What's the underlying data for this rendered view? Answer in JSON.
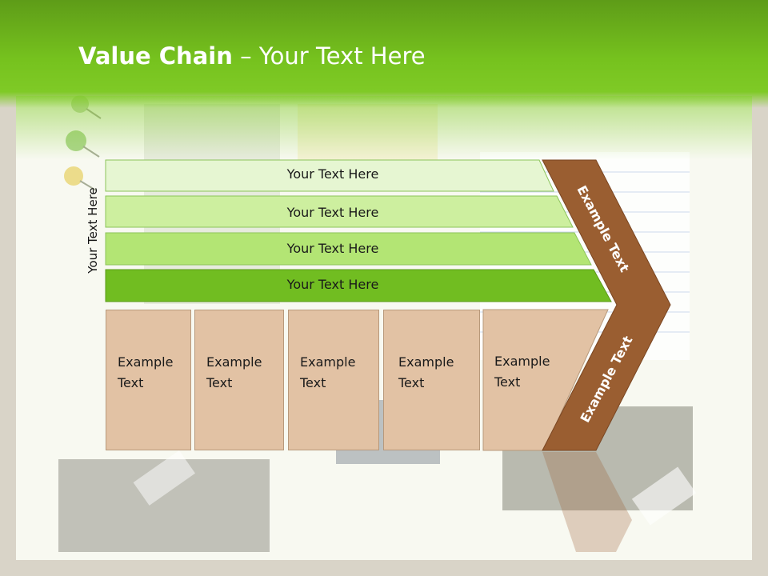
{
  "title": {
    "bold": "Value Chain",
    "rest": " – Your Text Here"
  },
  "side_label": "Your Text Here",
  "bars": [
    {
      "label": "Your Text Here",
      "color": "#e6f6d2"
    },
    {
      "label": "Your Text Here",
      "color": "#cdef9f"
    },
    {
      "label": "Your Text Here",
      "color": "#b3e574"
    },
    {
      "label": "Your Text Here",
      "color": "#71bd21"
    }
  ],
  "boxes": [
    {
      "line1": "Example",
      "line2": "Text"
    },
    {
      "line1": "Example",
      "line2": "Text"
    },
    {
      "line1": "Example",
      "line2": "Text"
    },
    {
      "line1": "Example",
      "line2": "Text"
    },
    {
      "line1": "Example",
      "line2": "Text"
    }
  ],
  "chevron": {
    "upper": "Example Text",
    "lower": "Example Text",
    "color": "#9a5e31"
  },
  "colors": {
    "header": "#76c21e",
    "box": "#e2c2a4"
  }
}
